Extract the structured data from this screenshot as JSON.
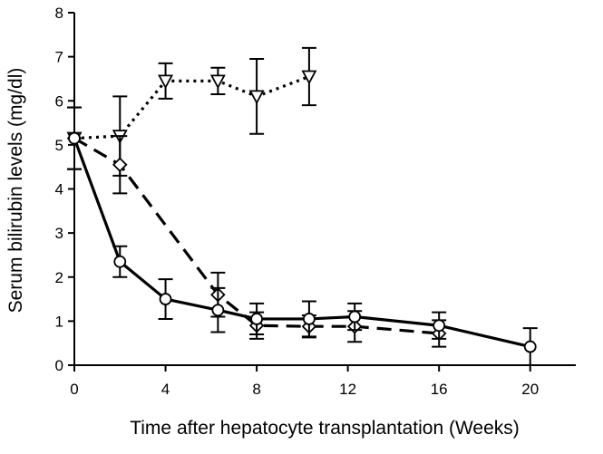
{
  "chart_data": {
    "type": "line",
    "xlabel": "Time after hepatocyte transplantation (Weeks)",
    "ylabel": "Serum bilirubin levels (mg/dl)",
    "xlim": [
      0,
      22
    ],
    "ylim": [
      0,
      8
    ],
    "xticks": [
      "0",
      "4",
      "8",
      "12",
      "16",
      "20"
    ],
    "yticks": [
      "0",
      "1",
      "2",
      "3",
      "4",
      "5",
      "6",
      "7",
      "8"
    ],
    "grid": false,
    "series": [
      {
        "line_style": "dotted",
        "marker": "triangle-down",
        "x": [
          0,
          2,
          4,
          6.3,
          8,
          10.3
        ],
        "y": [
          5.15,
          5.2,
          6.45,
          6.45,
          6.1,
          6.55
        ],
        "err": [
          0.7,
          0.9,
          0.4,
          0.3,
          0.85,
          0.65
        ]
      },
      {
        "line_style": "dashed",
        "marker": "diamond",
        "x": [
          0,
          2,
          6.3,
          8,
          10.3,
          12.3,
          16
        ],
        "y": [
          5.15,
          4.55,
          1.6,
          0.9,
          0.88,
          0.88,
          0.72
        ],
        "err": [
          0.7,
          0.65,
          0.5,
          0.3,
          0.25,
          0.35,
          0.3
        ]
      },
      {
        "line_style": "solid",
        "marker": "circle",
        "x": [
          0,
          2,
          4,
          6.3,
          8,
          10.3,
          12.3,
          16,
          20
        ],
        "y": [
          5.15,
          2.35,
          1.5,
          1.25,
          1.05,
          1.05,
          1.1,
          0.9,
          0.42
        ],
        "err": [
          0.7,
          0.35,
          0.45,
          0.5,
          0.35,
          0.4,
          0.3,
          0.3,
          0.42
        ]
      }
    ]
  }
}
